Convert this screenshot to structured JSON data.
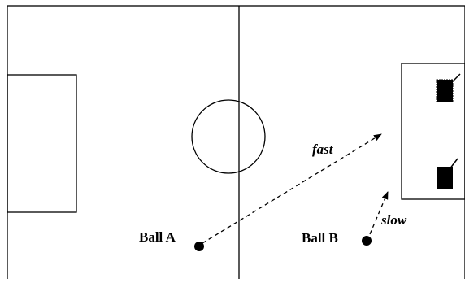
{
  "labels": {
    "ball_a": "Ball A",
    "ball_b": "Ball B",
    "fast": "fast",
    "slow": "slow"
  },
  "colors": {
    "line": "#000000",
    "background": "#ffffff"
  }
}
